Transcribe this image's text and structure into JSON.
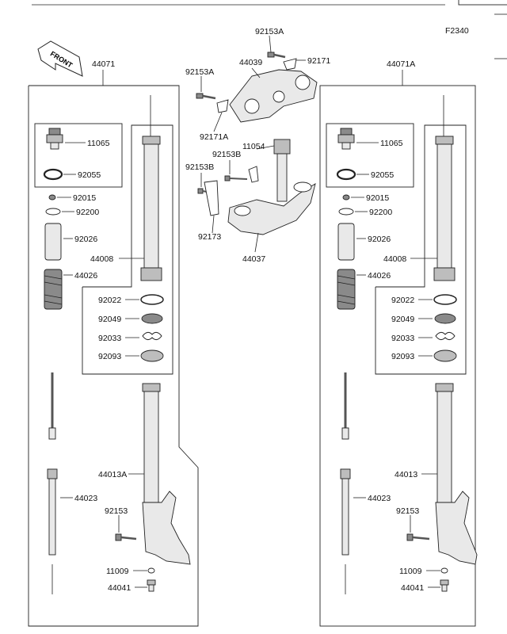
{
  "figure_code": "F2340",
  "front_label": "FRONT",
  "left_assembly": {
    "title": "44071",
    "seal_group": [
      "11065",
      "92055"
    ],
    "parts_col": [
      "92015",
      "92200",
      "92026",
      "44026"
    ],
    "tube": "44008",
    "box_parts": [
      "92022",
      "92049",
      "92033",
      "92093"
    ],
    "outer_tube": "44013A",
    "rod": "44023",
    "bolt": "92153",
    "washer": "11009",
    "drain": "44041"
  },
  "right_assembly": {
    "title": "44071A",
    "seal_group": [
      "11065",
      "92055"
    ],
    "parts_col": [
      "92015",
      "92200",
      "92026",
      "44026"
    ],
    "tube": "44008",
    "box_parts": [
      "92022",
      "92049",
      "92033",
      "92093"
    ],
    "outer_tube": "44013",
    "rod": "44023",
    "bolt": "92153",
    "washer": "11009",
    "drain": "44041"
  },
  "center": {
    "upper_clamp": "44039",
    "lower_clamp": "44037",
    "bolt_top": "92153A",
    "bolt_left": "92153A",
    "clip_top": "92171",
    "clip_left": "92171A",
    "bolt_b1": "92153B",
    "bolt_b2": "92153B",
    "stem": "11054",
    "bracket": "92173"
  }
}
